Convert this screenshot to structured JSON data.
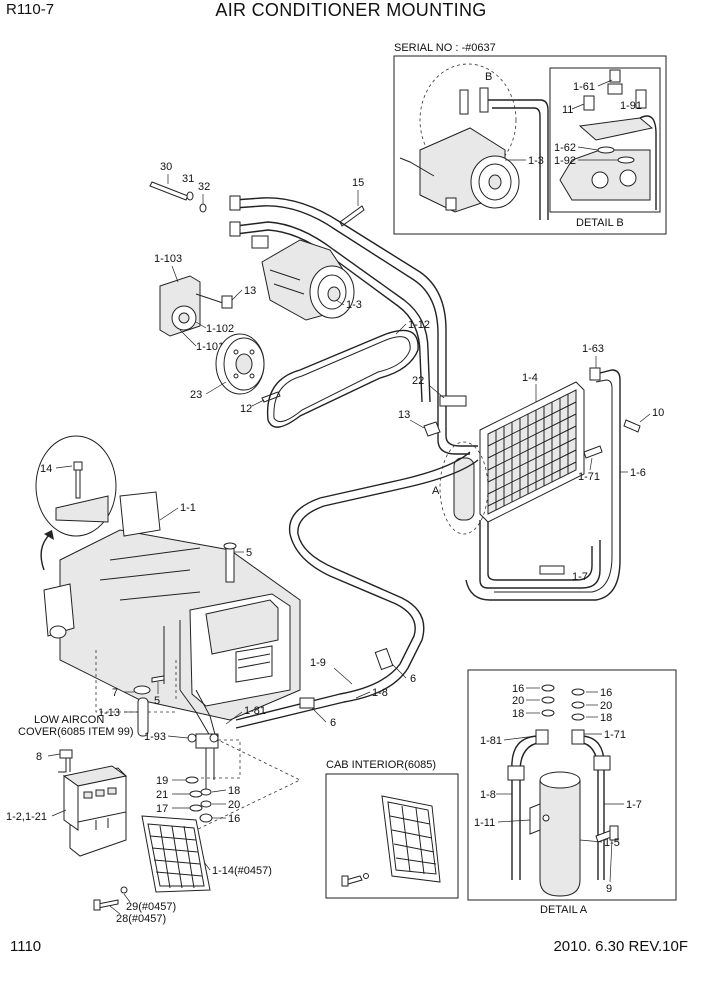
{
  "header": {
    "model": "R110-7",
    "title": "AIR CONDITIONER MOUNTING"
  },
  "footer": {
    "page_number": "1110",
    "revision": "2010. 6.30  REV.10F"
  },
  "insets": {
    "serial_box": {
      "title": "SERIAL NO : -#0637",
      "detail_b": "DETAIL B",
      "marker_b": "B"
    },
    "cab_interior": {
      "title": "CAB INTERIOR(6085)"
    },
    "detail_a": {
      "title": "DETAIL A",
      "marker_a": "A"
    },
    "low_cover_note": {
      "line1": "LOW AIRCON",
      "line2": "COVER(6085 ITEM 99)"
    }
  },
  "callouts": {
    "p30": "30",
    "p31": "31",
    "p32": "32",
    "p15": "15",
    "p1_103": "1-103",
    "p13a": "13",
    "p1_102": "1-102",
    "p1_101": "1-101",
    "p1_3": "1-3",
    "p1_12": "1-12",
    "p23": "23",
    "p12": "12",
    "p22": "22",
    "p13b": "13",
    "p1_63": "1-63",
    "p1_4": "1-4",
    "p10": "10",
    "p1_71": "1-71",
    "p1_6": "1-6",
    "p1_7": "1-7",
    "p14": "14",
    "p1_1": "1-1",
    "p5a": "5",
    "p7": "7",
    "p5b": "5",
    "p1_13": "1-13",
    "p1_9": "1-9",
    "p1_8": "1-8",
    "p6a": "6",
    "p6b": "6",
    "p1_81": "1-81",
    "p1_93": "1-93",
    "p8": "8",
    "p1_2": "1-2,1-21",
    "p19": "19",
    "p18a": "18",
    "p21": "21",
    "p20a": "20",
    "p17": "17",
    "p16a": "16",
    "p1_14": "1-14(#0457)",
    "p29": "29(#0457)",
    "p28": "28(#0457)",
    "b1_61": "1-61",
    "b11": "11",
    "b1_91": "1-91",
    "b1_62": "1-62",
    "b1_92": "1-92",
    "b1_3": "1-3",
    "a16l": "16",
    "a20l": "20",
    "a18l": "18",
    "a16r": "16",
    "a20r": "20",
    "a18r": "18",
    "a1_81": "1-81",
    "a1_71": "1-71",
    "a1_8": "1-8",
    "a1_7": "1-7",
    "a1_11": "1-11",
    "a1_5": "1-5",
    "a9": "9"
  }
}
